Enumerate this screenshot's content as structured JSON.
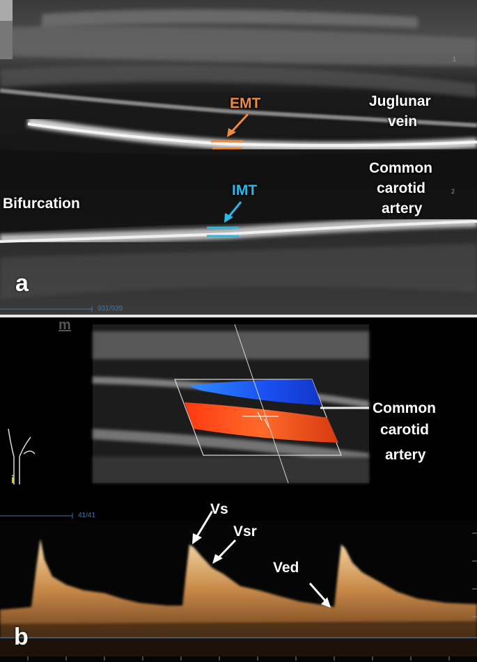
{
  "panel_a": {
    "letter": "a",
    "labels": {
      "emt": "EMT",
      "imt": "IMT",
      "jugular_line1": "Juglunar",
      "jugular_line2": "vein",
      "bifurcation": "Bifurcation",
      "cca_line1": "Common",
      "cca_line2": "carotid",
      "cca_line3": "artery"
    },
    "frame_counter": "931/939",
    "depth_mark_1": "1",
    "depth_mark_2": "2",
    "colors": {
      "emt": "#f08a3c",
      "imt": "#2cb8e6"
    }
  },
  "panel_b": {
    "letter": "b",
    "labels": {
      "cca_line1": "Common",
      "cca_line2": "carotid",
      "cca_line3": "artery",
      "vs": "Vs",
      "vsr": "Vsr",
      "ved": "Ved"
    },
    "frame_counter": "41/41",
    "logo": "m",
    "body_marker": "i",
    "colors": {
      "flow_red": "#ff4a1c",
      "flow_blue": "#1a55f0",
      "spectrum": "#e8b070"
    }
  }
}
